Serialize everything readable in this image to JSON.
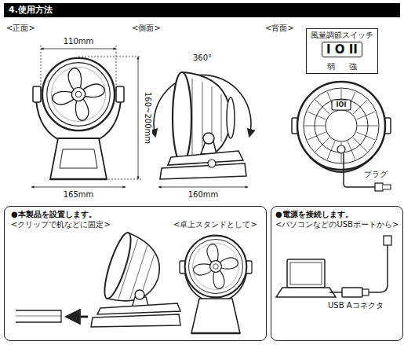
{
  "diagram": {
    "title": "4.使用方法",
    "nodes": [
      {
        "text": [
          "風量調節スイッチ",
          "I O II",
          "弱",
          "強"
        ]
      },
      {
        "text": [
          "●本製品を設置します。",
          "<クリップで机などに固定>",
          "<卓上スタンドとして>"
        ]
      },
      {
        "text": [
          "●電源を接続します。",
          "<パソコンなどのUSBポートから>",
          "USB Aコネクタ"
        ]
      }
    ],
    "labels": [
      "<正面>",
      "<側面>",
      "<背面>",
      "110mm",
      "160~200mm",
      "165mm",
      "360°",
      "160mm",
      "プラグ",
      "IOI"
    ]
  }
}
